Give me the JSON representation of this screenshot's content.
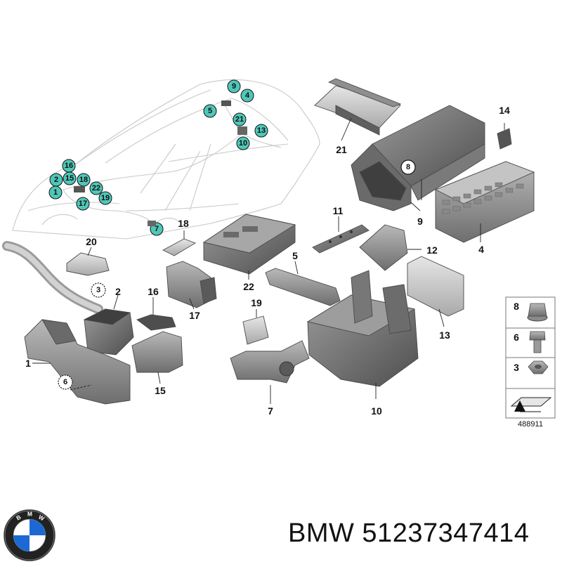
{
  "callouts": {
    "c1": "1",
    "c2": "2",
    "c3": "3",
    "c4": "4",
    "c5": "5",
    "c6": "6",
    "c7": "7",
    "c8": "8",
    "c9": "9",
    "c10": "10",
    "c11": "11",
    "c12": "12",
    "c13": "13",
    "c14": "14",
    "c15": "15",
    "c16": "16",
    "c17": "17",
    "c18": "18",
    "c19": "19",
    "c20": "20",
    "c21": "21",
    "c22": "22"
  },
  "car_markers": [
    "9",
    "4",
    "5",
    "21",
    "13",
    "10",
    "16",
    "2",
    "15",
    "18",
    "1",
    "22",
    "17",
    "19",
    "7"
  ],
  "fastener_legend": [
    {
      "number": "8",
      "part": "flange-nut"
    },
    {
      "number": "6",
      "part": "bolt"
    },
    {
      "number": "3",
      "part": "hex-nut"
    }
  ],
  "diagram_code": "488911",
  "footer": {
    "brand": "BMW",
    "part_number": "51237347414",
    "text": "BMW 51237347414"
  },
  "logo": {
    "lettering": "BMW",
    "colors": [
      "#1c69d4",
      "#ffffff",
      "#111111"
    ]
  },
  "colors": {
    "marker_fill": "#4fc7b8",
    "part_gray": "#8c8c8c",
    "car_outline": "#c9c9c9"
  }
}
